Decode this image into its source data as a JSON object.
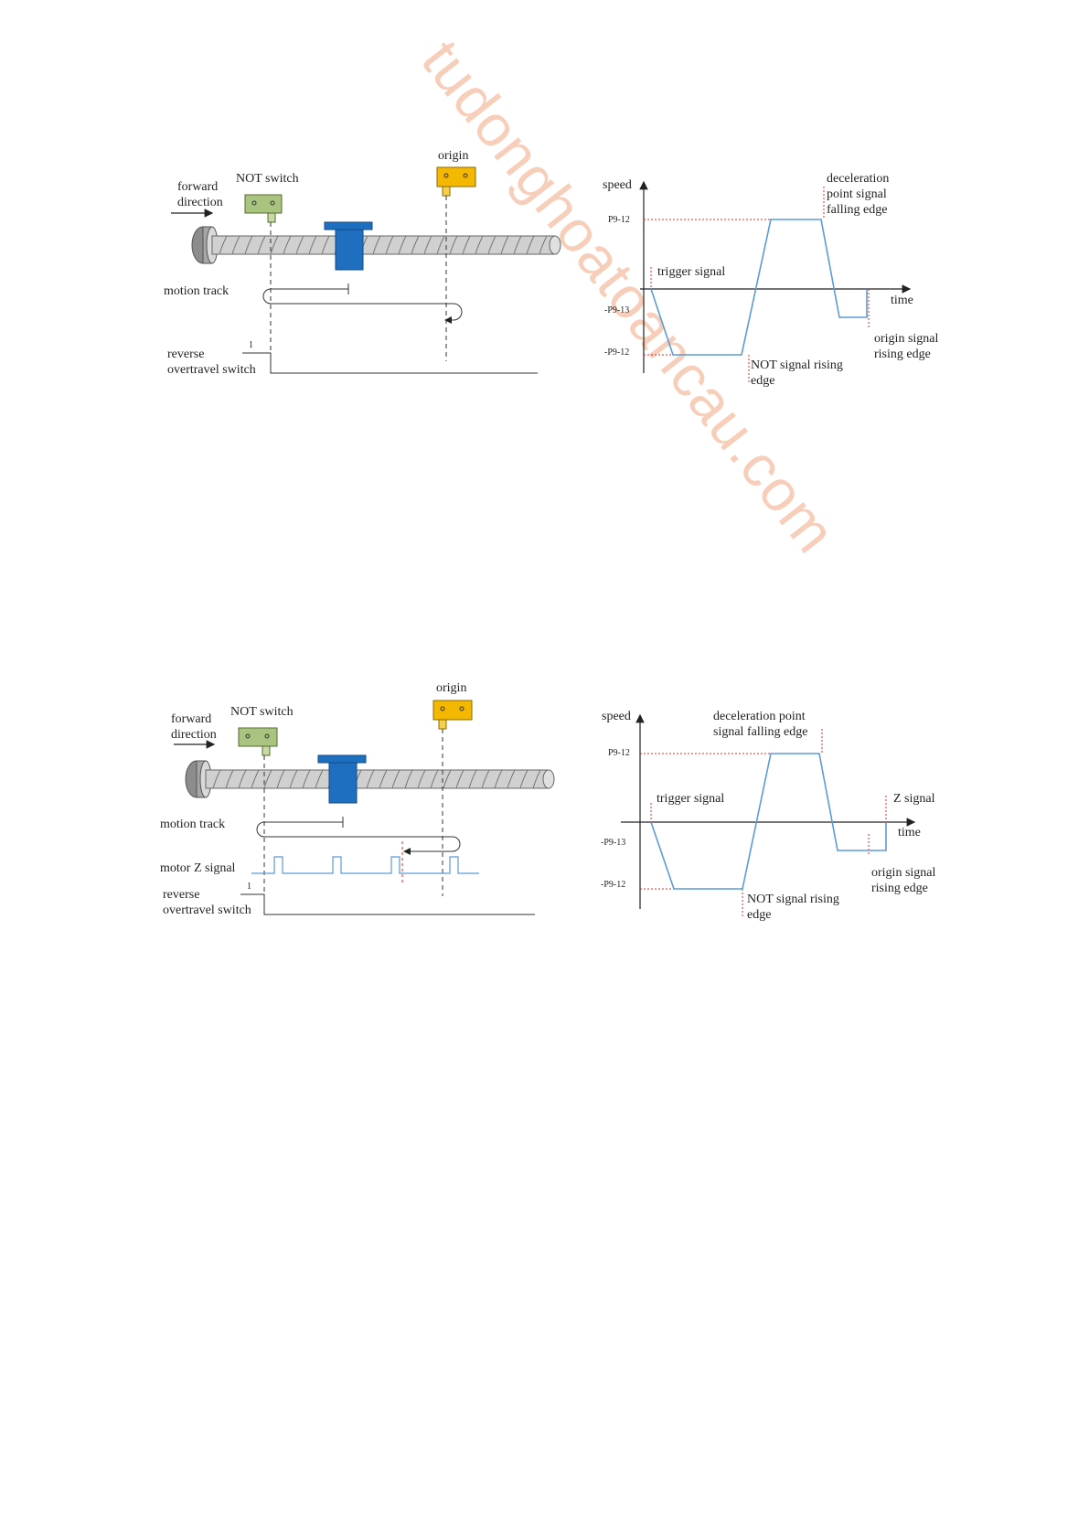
{
  "watermark": "tudonghoatoancau.com",
  "diagram_top": {
    "labels": {
      "origin": "origin",
      "not_switch": "NOT switch",
      "forward_line1": "forward",
      "forward_line2": "direction",
      "motion_track": "motion track",
      "reverse_line1": "reverse",
      "reverse_line2": "overtravel switch",
      "level_one": "1"
    }
  },
  "chart_top": {
    "labels": {
      "speed": "speed",
      "time": "time",
      "p912": "P9-12",
      "neg_p913": "-P9-13",
      "neg_p912": "-P9-12",
      "trigger": "trigger signal",
      "decel_line1": "deceleration",
      "decel_line2": "point signal",
      "decel_line3": "falling edge",
      "not_rising_line1": "NOT signal rising",
      "not_rising_line2": "edge",
      "origin_rising_line1": "origin signal",
      "origin_rising_line2": "rising edge"
    }
  },
  "diagram_bottom": {
    "labels": {
      "origin": "origin",
      "not_switch": "NOT switch",
      "forward_line1": "forward",
      "forward_line2": "direction",
      "motion_track": "motion track",
      "motor_z": "motor Z signal",
      "reverse_line1": "reverse",
      "reverse_line2": "overtravel switch",
      "level_one": "1"
    }
  },
  "chart_bottom": {
    "labels": {
      "speed": "speed",
      "time": "time",
      "p912": "P9-12",
      "neg_p913": "-P9-13",
      "neg_p912": "-P9-12",
      "trigger": "trigger signal",
      "decel_line1": "deceleration point",
      "decel_line2": "signal falling edge",
      "z_signal": "Z signal",
      "not_rising_line1": "NOT signal rising",
      "not_rising_line2": "edge",
      "origin_rising_line1": "origin signal",
      "origin_rising_line2": "rising edge"
    }
  },
  "colors": {
    "switch_green": "#a9c47f",
    "origin_orange": "#f5b800",
    "slider_blue": "#1f6fc0",
    "curve_blue": "#5b9bd5",
    "dotted_red": "#e0292a",
    "screw_grey": "#bfbfbf"
  }
}
